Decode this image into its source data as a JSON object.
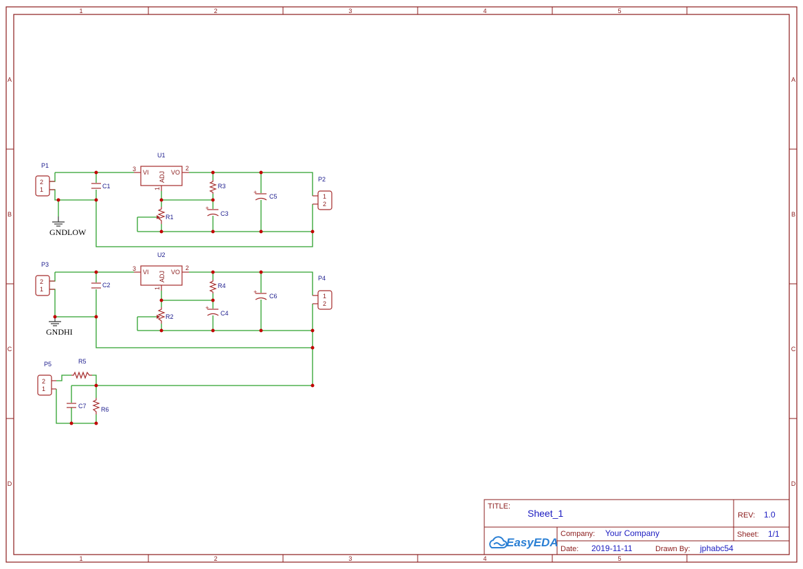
{
  "frame": {
    "columns": [
      "1",
      "2",
      "3",
      "4",
      "5"
    ],
    "rows": [
      "A",
      "B",
      "C",
      "D"
    ]
  },
  "components": {
    "U1": {
      "ref": "U1",
      "vi": "VI",
      "vo": "VO",
      "adj": "ADJ",
      "pin_in": "3",
      "pin_out": "2",
      "pin_adj": "1"
    },
    "U2": {
      "ref": "U2",
      "vi": "VI",
      "vo": "VO",
      "adj": "ADJ",
      "pin_in": "3",
      "pin_out": "2",
      "pin_adj": "1"
    },
    "P1": {
      "ref": "P1",
      "pin_a": "2",
      "pin_b": "1"
    },
    "P2": {
      "ref": "P2",
      "pin_a": "1",
      "pin_b": "2"
    },
    "P3": {
      "ref": "P3",
      "pin_a": "2",
      "pin_b": "1"
    },
    "P4": {
      "ref": "P4",
      "pin_a": "1",
      "pin_b": "2"
    },
    "P5": {
      "ref": "P5",
      "pin_a": "2",
      "pin_b": "1"
    },
    "C1": "C1",
    "C2": "C2",
    "C3": "C3",
    "C4": "C4",
    "C5": "C5",
    "C6": "C6",
    "C7": "C7",
    "R1": "R1",
    "R2": "R2",
    "R3": "R3",
    "R4": "R4",
    "R5": "R5",
    "R6": "R6",
    "gnd_low": "GNDLOW",
    "gnd_hi": "GNDHI"
  },
  "title_block": {
    "title_label": "TITLE:",
    "title_value": "Sheet_1",
    "rev_label": "REV:",
    "rev_value": "1.0",
    "company_label": "Company:",
    "company_value": "Your Company",
    "sheet_label": "Sheet:",
    "sheet_value": "1/1",
    "date_label": "Date:",
    "date_value": "2019-11-11",
    "drawn_label": "Drawn By:",
    "drawn_value": "jphabc54",
    "logo_text": "EasyEDA",
    "logo_icon": "cloud-icon"
  },
  "colors": {
    "frame": "#8b1c1c",
    "wire": "#2ca02c",
    "component": "#a52a2a",
    "label": "#1a1a8c",
    "junction": "#c00000",
    "logo": "#2a7fd4"
  }
}
